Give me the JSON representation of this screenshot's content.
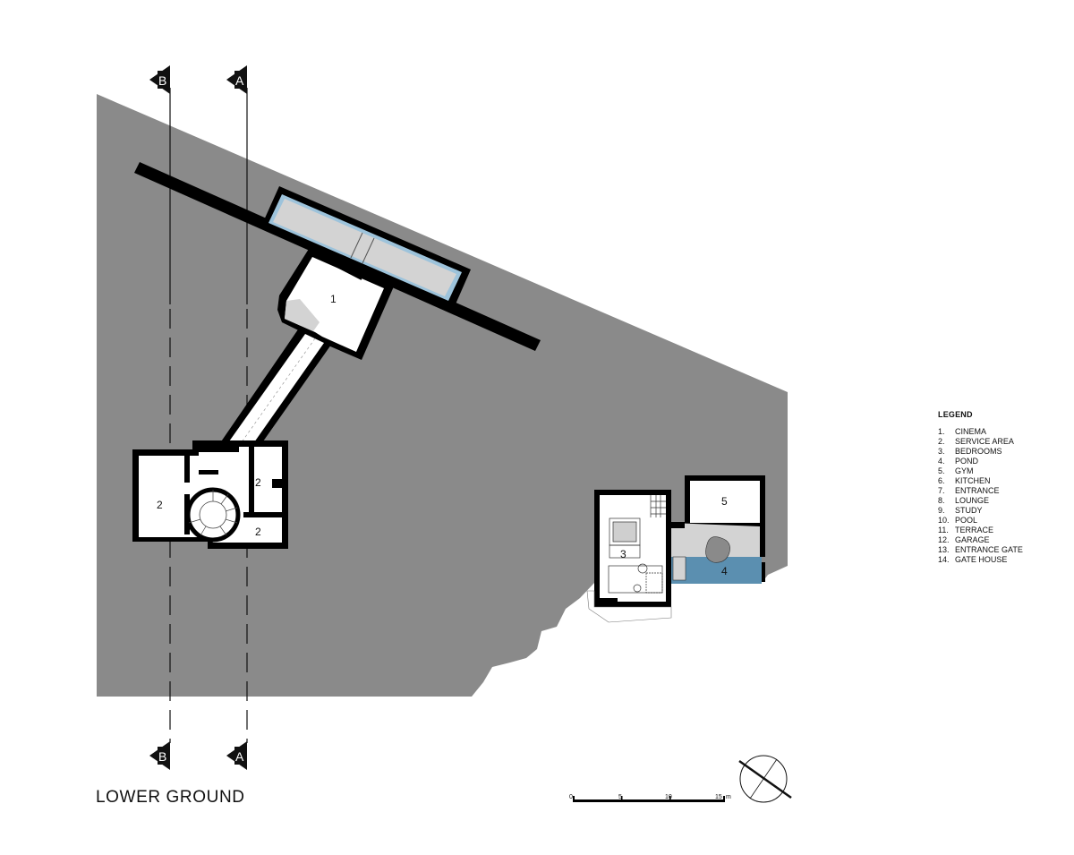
{
  "drawing_title": "LOWER GROUND",
  "legend": {
    "title": "LEGEND",
    "items": [
      {
        "num": "1.",
        "label": "CINEMA"
      },
      {
        "num": "2.",
        "label": "SERVICE AREA"
      },
      {
        "num": "3.",
        "label": "BEDROOMS"
      },
      {
        "num": "4.",
        "label": "POND"
      },
      {
        "num": "5.",
        "label": "GYM"
      },
      {
        "num": "6.",
        "label": "KITCHEN"
      },
      {
        "num": "7.",
        "label": "ENTRANCE"
      },
      {
        "num": "8.",
        "label": "LOUNGE"
      },
      {
        "num": "9.",
        "label": "STUDY"
      },
      {
        "num": "10.",
        "label": "POOL"
      },
      {
        "num": "11.",
        "label": "TERRACE"
      },
      {
        "num": "12.",
        "label": "GARAGE"
      },
      {
        "num": "13.",
        "label": "ENTRANCE GATE"
      },
      {
        "num": "14.",
        "label": "GATE HOUSE"
      }
    ]
  },
  "section_markers": {
    "b": "B",
    "a": "A"
  },
  "rooms": {
    "cinema": "1",
    "service_left": "2",
    "service_right_upper": "2",
    "service_right_lower": "2",
    "bedroom": "3",
    "pond": "4",
    "gym": "5"
  },
  "scale_bar": {
    "t0": "0",
    "t5": "5",
    "t10": "10",
    "t15": "15",
    "unit": "m"
  },
  "colors": {
    "site": "#8a8a8a",
    "wall": "#000000",
    "pond": "#5b8fb0",
    "paving": "#d3d3d3",
    "pool_rim": "#9dc3db"
  }
}
